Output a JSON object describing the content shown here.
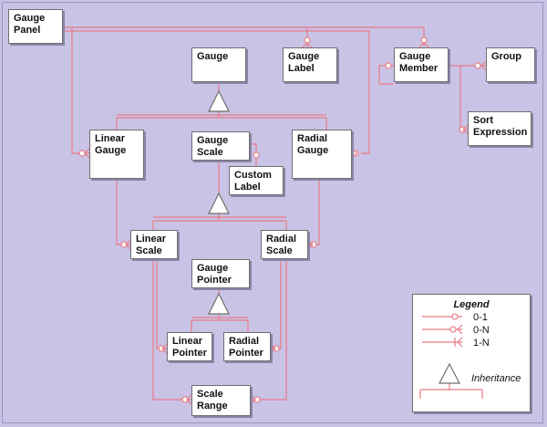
{
  "diagram": {
    "nodes": {
      "gauge_panel": "Gauge\nPanel",
      "gauge": "Gauge",
      "gauge_label": "Gauge\nLabel",
      "gauge_member": "Gauge\nMember",
      "group": "Group",
      "sort_expression": "Sort\nExpression",
      "linear_gauge": "Linear\nGauge",
      "gauge_scale": "Gauge\nScale",
      "radial_gauge": "Radial\nGauge",
      "custom_label": "Custom\nLabel",
      "linear_scale": "Linear\nScale",
      "radial_scale": "Radial\nScale",
      "gauge_pointer": "Gauge\nPointer",
      "linear_pointer": "Linear\nPointer",
      "radial_pointer": "Radial\nPointer",
      "scale_range": "Scale\nRange"
    },
    "colors": {
      "connector": "#e87b86",
      "background": "#c9c3e6",
      "box_border": "#6f6f6f"
    }
  },
  "legend": {
    "title": "Legend",
    "zero_one": "0-1",
    "zero_n": "0-N",
    "one_n": "1-N",
    "inheritance": "Inheritance"
  }
}
